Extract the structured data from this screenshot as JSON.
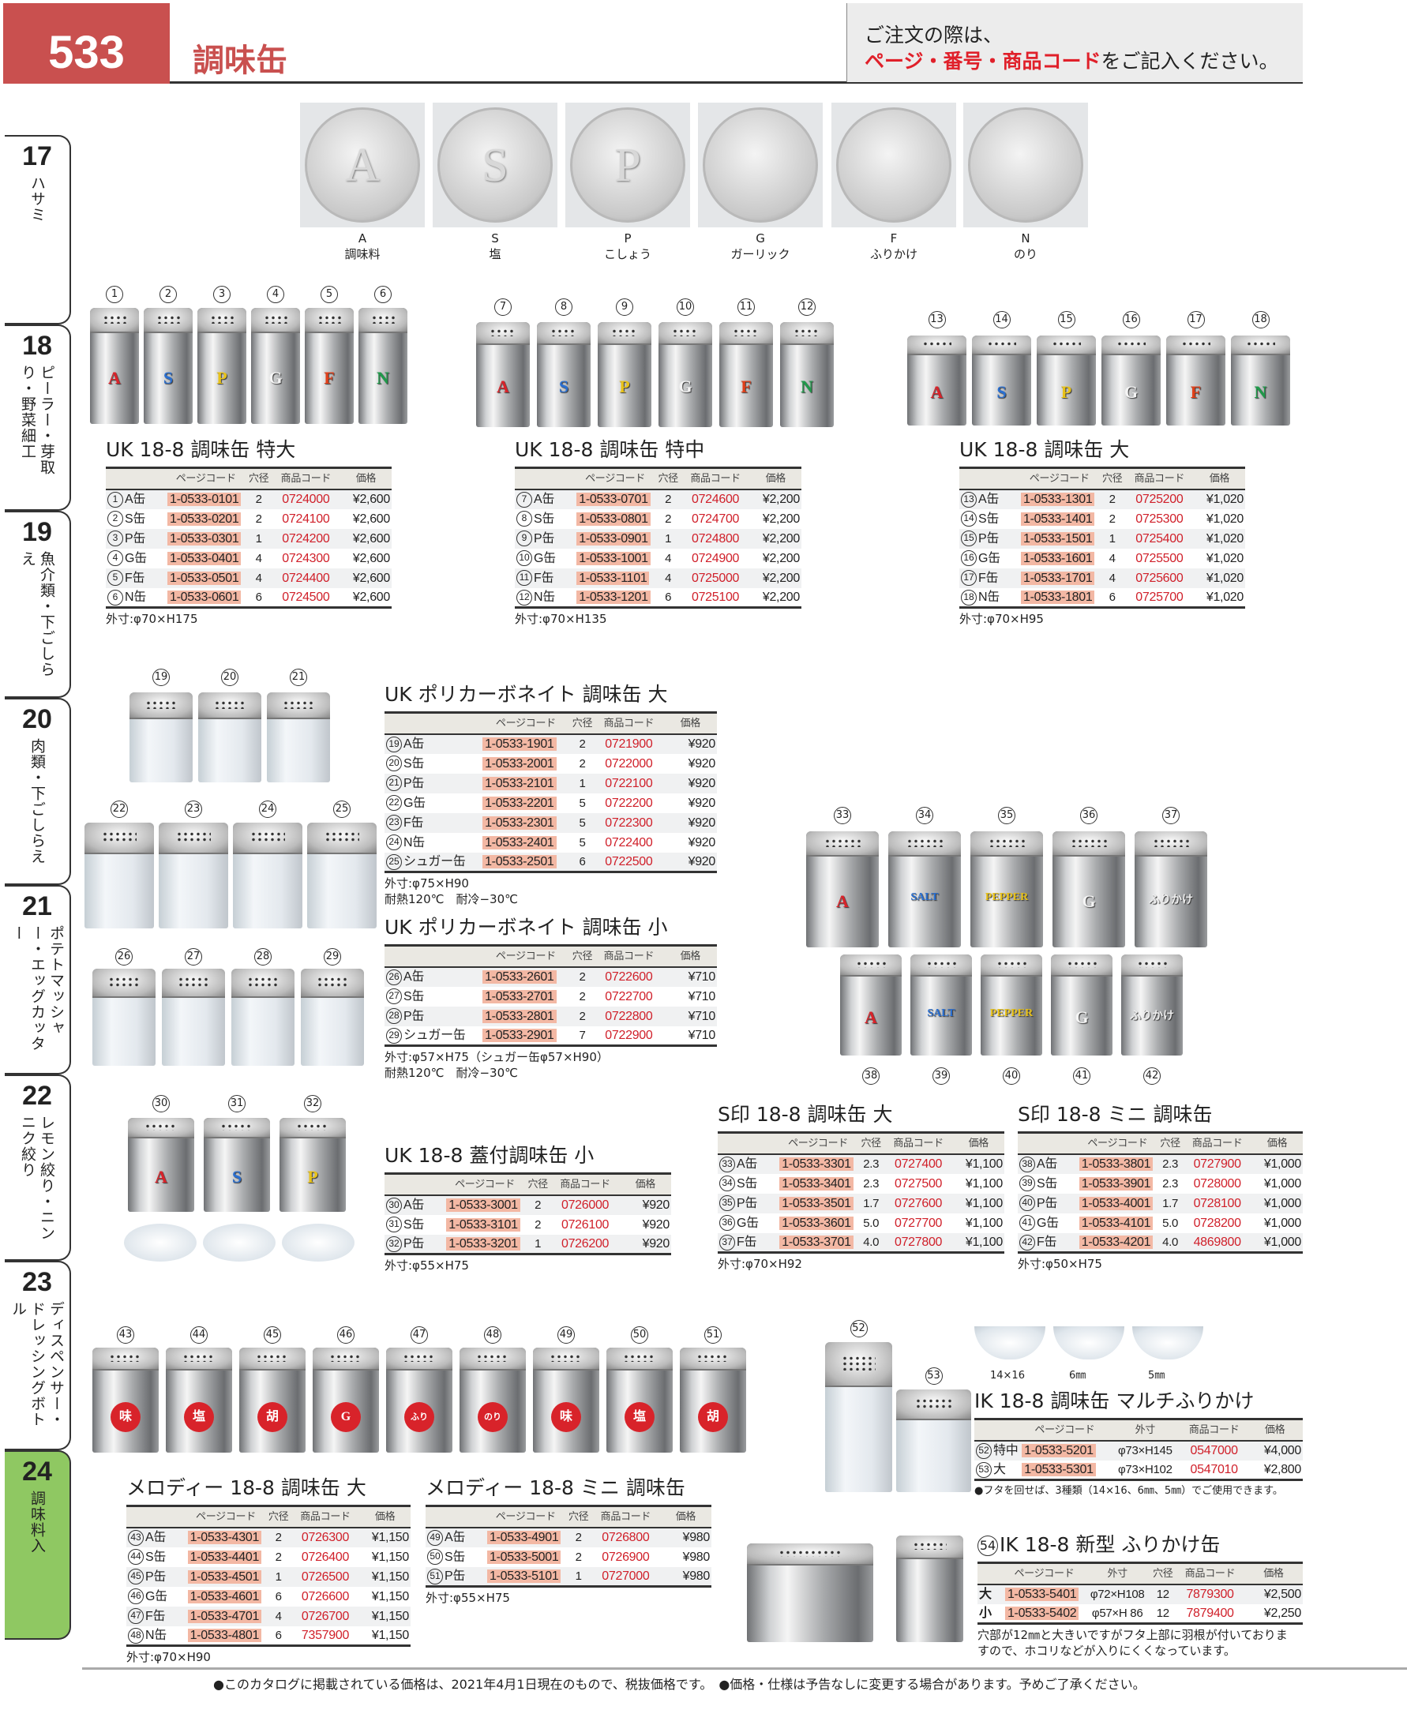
{
  "header": {
    "page_number": "533",
    "title": "調味缶",
    "notice_line1": "ご注文の際は、",
    "notice_red": "ページ・番号・商品コード",
    "notice_rest": "をご記入ください。"
  },
  "sidebar": [
    {
      "num": "17",
      "label": "ハサミ"
    },
    {
      "num": "18",
      "label": "ピーラー・芽取り・野菜細工"
    },
    {
      "num": "19",
      "label": "魚介類・下ごしらえ"
    },
    {
      "num": "20",
      "label": "肉類・下ごしらえ"
    },
    {
      "num": "21",
      "label": "ポテトマッシャー・エッグカッター"
    },
    {
      "num": "22",
      "label": "レモン絞り・ニンニク絞り"
    },
    {
      "num": "23",
      "label": "ディスペンサー・ドレッシングボトル"
    },
    {
      "num": "24",
      "label": "調味料入",
      "active": true
    }
  ],
  "lids": [
    {
      "letter": "A",
      "name": "調味料"
    },
    {
      "letter": "S",
      "name": "塩"
    },
    {
      "letter": "P",
      "name": "こしょう"
    },
    {
      "letter": "G",
      "name": "ガーリック"
    },
    {
      "letter": "F",
      "name": "ふりかけ"
    },
    {
      "letter": "N",
      "name": "のり"
    }
  ],
  "colors": {
    "A": "#d8232a",
    "S": "#2a6fd0",
    "P": "#e8c21a",
    "G": "#f4f4f4",
    "F": "#e0401a",
    "N": "#1f9a4a"
  },
  "can_groups": [
    {
      "type": "steel",
      "items": [
        {
          "no": "1",
          "mark": "A"
        },
        {
          "no": "2",
          "mark": "S"
        },
        {
          "no": "3",
          "mark": "P"
        },
        {
          "no": "4",
          "mark": "G"
        },
        {
          "no": "5",
          "mark": "F"
        },
        {
          "no": "6",
          "mark": "N"
        }
      ]
    },
    {
      "type": "steel",
      "items": [
        {
          "no": "7",
          "mark": "A"
        },
        {
          "no": "8",
          "mark": "S"
        },
        {
          "no": "9",
          "mark": "P"
        },
        {
          "no": "10",
          "mark": "G"
        },
        {
          "no": "11",
          "mark": "F"
        },
        {
          "no": "12",
          "mark": "N"
        }
      ]
    },
    {
      "type": "steel",
      "items": [
        {
          "no": "13",
          "mark": "A"
        },
        {
          "no": "14",
          "mark": "S"
        },
        {
          "no": "15",
          "mark": "P"
        },
        {
          "no": "16",
          "mark": "G"
        },
        {
          "no": "17",
          "mark": "F"
        },
        {
          "no": "18",
          "mark": "N"
        }
      ]
    },
    {
      "type": "plastic",
      "items": [
        {
          "no": "19",
          "mark": ""
        },
        {
          "no": "20",
          "mark": ""
        },
        {
          "no": "21",
          "mark": ""
        }
      ]
    },
    {
      "type": "plastic",
      "items": [
        {
          "no": "22",
          "mark": ""
        },
        {
          "no": "23",
          "mark": ""
        },
        {
          "no": "24",
          "mark": ""
        },
        {
          "no": "25",
          "mark": ""
        }
      ]
    },
    {
      "type": "plastic",
      "items": [
        {
          "no": "26",
          "mark": ""
        },
        {
          "no": "27",
          "mark": ""
        },
        {
          "no": "28",
          "mark": ""
        },
        {
          "no": "29",
          "mark": ""
        }
      ]
    },
    {
      "type": "steel",
      "items": [
        {
          "no": "30",
          "mark": "A"
        },
        {
          "no": "31",
          "mark": "S"
        },
        {
          "no": "32",
          "mark": "P"
        }
      ]
    },
    {
      "type": "steel",
      "items": [
        {
          "no": "33",
          "mark": "A"
        },
        {
          "no": "34",
          "mark": "SALT"
        },
        {
          "no": "35",
          "mark": "PEPPER"
        },
        {
          "no": "36",
          "mark": "G"
        },
        {
          "no": "37",
          "mark": "ふりかけ"
        }
      ]
    },
    {
      "type": "steel",
      "items": [
        {
          "no": "38",
          "mark": "A"
        },
        {
          "no": "39",
          "mark": "SALT"
        },
        {
          "no": "40",
          "mark": "PEPPER"
        },
        {
          "no": "41",
          "mark": "G"
        },
        {
          "no": "42",
          "mark": "ふりかけ"
        }
      ]
    },
    {
      "type": "steel",
      "badge": true,
      "items": [
        {
          "no": "43",
          "mark": "味"
        },
        {
          "no": "44",
          "mark": "塩"
        },
        {
          "no": "45",
          "mark": "胡"
        },
        {
          "no": "46",
          "mark": "G"
        },
        {
          "no": "47",
          "mark": "ふり"
        },
        {
          "no": "48",
          "mark": "のり"
        },
        {
          "no": "49",
          "mark": "味"
        },
        {
          "no": "50",
          "mark": "塩"
        },
        {
          "no": "51",
          "mark": "胡"
        }
      ]
    }
  ],
  "multi_lids": [
    "14×16",
    "6㎜",
    "5㎜"
  ],
  "multi_cans": [
    "52",
    "53"
  ],
  "tables": [
    {
      "title": "UK 18-8 調味缶 特大",
      "header": [
        "",
        "ページコード",
        "穴径",
        "商品コード",
        "価格"
      ],
      "rows": [
        {
          "no": "1",
          "name": "A缶",
          "cells": [
            "1-0533-0101",
            "2",
            "0724000",
            "¥2,600"
          ]
        },
        {
          "no": "2",
          "name": "S缶",
          "cells": [
            "1-0533-0201",
            "2",
            "0724100",
            "¥2,600"
          ]
        },
        {
          "no": "3",
          "name": "P缶",
          "cells": [
            "1-0533-0301",
            "1",
            "0724200",
            "¥2,600"
          ]
        },
        {
          "no": "4",
          "name": "G缶",
          "cells": [
            "1-0533-0401",
            "4",
            "0724300",
            "¥2,600"
          ]
        },
        {
          "no": "5",
          "name": "F缶",
          "cells": [
            "1-0533-0501",
            "4",
            "0724400",
            "¥2,600"
          ]
        },
        {
          "no": "6",
          "name": "N缶",
          "cells": [
            "1-0533-0601",
            "6",
            "0724500",
            "¥2,600"
          ]
        }
      ],
      "notes": [
        "外寸:φ70×H175"
      ]
    },
    {
      "title": "UK 18-8 調味缶 特中",
      "header": [
        "",
        "ページコード",
        "穴径",
        "商品コード",
        "価格"
      ],
      "rows": [
        {
          "no": "7",
          "name": "A缶",
          "cells": [
            "1-0533-0701",
            "2",
            "0724600",
            "¥2,200"
          ]
        },
        {
          "no": "8",
          "name": "S缶",
          "cells": [
            "1-0533-0801",
            "2",
            "0724700",
            "¥2,200"
          ]
        },
        {
          "no": "9",
          "name": "P缶",
          "cells": [
            "1-0533-0901",
            "1",
            "0724800",
            "¥2,200"
          ]
        },
        {
          "no": "10",
          "name": "G缶",
          "cells": [
            "1-0533-1001",
            "4",
            "0724900",
            "¥2,200"
          ]
        },
        {
          "no": "11",
          "name": "F缶",
          "cells": [
            "1-0533-1101",
            "4",
            "0725000",
            "¥2,200"
          ]
        },
        {
          "no": "12",
          "name": "N缶",
          "cells": [
            "1-0533-1201",
            "6",
            "0725100",
            "¥2,200"
          ]
        }
      ],
      "notes": [
        "外寸:φ70×H135"
      ]
    },
    {
      "title": "UK 18-8 調味缶 大",
      "header": [
        "",
        "ページコード",
        "穴径",
        "商品コード",
        "価格"
      ],
      "rows": [
        {
          "no": "13",
          "name": "A缶",
          "cells": [
            "1-0533-1301",
            "2",
            "0725200",
            "¥1,020"
          ]
        },
        {
          "no": "14",
          "name": "S缶",
          "cells": [
            "1-0533-1401",
            "2",
            "0725300",
            "¥1,020"
          ]
        },
        {
          "no": "15",
          "name": "P缶",
          "cells": [
            "1-0533-1501",
            "1",
            "0725400",
            "¥1,020"
          ]
        },
        {
          "no": "16",
          "name": "G缶",
          "cells": [
            "1-0533-1601",
            "4",
            "0725500",
            "¥1,020"
          ]
        },
        {
          "no": "17",
          "name": "F缶",
          "cells": [
            "1-0533-1701",
            "4",
            "0725600",
            "¥1,020"
          ]
        },
        {
          "no": "18",
          "name": "N缶",
          "cells": [
            "1-0533-1801",
            "6",
            "0725700",
            "¥1,020"
          ]
        }
      ],
      "notes": [
        "外寸:φ70×H95"
      ]
    },
    {
      "title": "UK ポリカーボネイト 調味缶 大",
      "header": [
        "",
        "ページコード",
        "穴径",
        "商品コード",
        "価格"
      ],
      "rows": [
        {
          "no": "19",
          "name": "A缶",
          "cells": [
            "1-0533-1901",
            "2",
            "0721900",
            "¥920"
          ]
        },
        {
          "no": "20",
          "name": "S缶",
          "cells": [
            "1-0533-2001",
            "2",
            "0722000",
            "¥920"
          ]
        },
        {
          "no": "21",
          "name": "P缶",
          "cells": [
            "1-0533-2101",
            "1",
            "0722100",
            "¥920"
          ]
        },
        {
          "no": "22",
          "name": "G缶",
          "cells": [
            "1-0533-2201",
            "5",
            "0722200",
            "¥920"
          ]
        },
        {
          "no": "23",
          "name": "F缶",
          "cells": [
            "1-0533-2301",
            "5",
            "0722300",
            "¥920"
          ]
        },
        {
          "no": "24",
          "name": "N缶",
          "cells": [
            "1-0533-2401",
            "5",
            "0722400",
            "¥920"
          ]
        },
        {
          "no": "25",
          "name": "シュガー缶",
          "cells": [
            "1-0533-2501",
            "6",
            "0722500",
            "¥920"
          ]
        }
      ],
      "notes": [
        "外寸:φ75×H90",
        "耐熱120℃　耐冷−30℃"
      ]
    },
    {
      "title": "UK ポリカーボネイト 調味缶 小",
      "header": [
        "",
        "ページコード",
        "穴径",
        "商品コード",
        "価格"
      ],
      "rows": [
        {
          "no": "26",
          "name": "A缶",
          "cells": [
            "1-0533-2601",
            "2",
            "0722600",
            "¥710"
          ]
        },
        {
          "no": "27",
          "name": "S缶",
          "cells": [
            "1-0533-2701",
            "2",
            "0722700",
            "¥710"
          ]
        },
        {
          "no": "28",
          "name": "P缶",
          "cells": [
            "1-0533-2801",
            "2",
            "0722800",
            "¥710"
          ]
        },
        {
          "no": "29",
          "name": "シュガー缶",
          "cells": [
            "1-0533-2901",
            "7",
            "0722900",
            "¥710"
          ]
        }
      ],
      "notes": [
        "外寸:φ57×H75（シュガー缶φ57×H90）",
        "耐熱120℃　耐冷−30℃"
      ]
    },
    {
      "title": "UK 18-8 蓋付調味缶 小",
      "header": [
        "",
        "ページコード",
        "穴径",
        "商品コード",
        "価格"
      ],
      "rows": [
        {
          "no": "30",
          "name": "A缶",
          "cells": [
            "1-0533-3001",
            "2",
            "0726000",
            "¥920"
          ]
        },
        {
          "no": "31",
          "name": "S缶",
          "cells": [
            "1-0533-3101",
            "2",
            "0726100",
            "¥920"
          ]
        },
        {
          "no": "32",
          "name": "P缶",
          "cells": [
            "1-0533-3201",
            "1",
            "0726200",
            "¥920"
          ]
        }
      ],
      "notes": [
        "外寸:φ55×H75"
      ]
    },
    {
      "title": "S印 18-8 調味缶 大",
      "header": [
        "",
        "ページコード",
        "穴径",
        "商品コード",
        "価格"
      ],
      "rows": [
        {
          "no": "33",
          "name": "A缶",
          "cells": [
            "1-0533-3301",
            "2.3",
            "0727400",
            "¥1,100"
          ]
        },
        {
          "no": "34",
          "name": "S缶",
          "cells": [
            "1-0533-3401",
            "2.3",
            "0727500",
            "¥1,100"
          ]
        },
        {
          "no": "35",
          "name": "P缶",
          "cells": [
            "1-0533-3501",
            "1.7",
            "0727600",
            "¥1,100"
          ]
        },
        {
          "no": "36",
          "name": "G缶",
          "cells": [
            "1-0533-3601",
            "5.0",
            "0727700",
            "¥1,100"
          ]
        },
        {
          "no": "37",
          "name": "F缶",
          "cells": [
            "1-0533-3701",
            "4.0",
            "0727800",
            "¥1,100"
          ]
        }
      ],
      "notes": [
        "外寸:φ70×H92"
      ]
    },
    {
      "title": "S印 18-8 ミニ 調味缶",
      "header": [
        "",
        "ページコード",
        "穴径",
        "商品コード",
        "価格"
      ],
      "rows": [
        {
          "no": "38",
          "name": "A缶",
          "cells": [
            "1-0533-3801",
            "2.3",
            "0727900",
            "¥1,000"
          ]
        },
        {
          "no": "39",
          "name": "S缶",
          "cells": [
            "1-0533-3901",
            "2.3",
            "0728000",
            "¥1,000"
          ]
        },
        {
          "no": "40",
          "name": "P缶",
          "cells": [
            "1-0533-4001",
            "1.7",
            "0728100",
            "¥1,000"
          ]
        },
        {
          "no": "41",
          "name": "G缶",
          "cells": [
            "1-0533-4101",
            "5.0",
            "0728200",
            "¥1,000"
          ]
        },
        {
          "no": "42",
          "name": "F缶",
          "cells": [
            "1-0533-4201",
            "4.0",
            "4869800",
            "¥1,000"
          ]
        }
      ],
      "notes": [
        "外寸:φ50×H75"
      ]
    },
    {
      "title": "メロディー 18-8 調味缶 大",
      "header": [
        "",
        "ページコード",
        "穴径",
        "商品コード",
        "価格"
      ],
      "rows": [
        {
          "no": "43",
          "name": "A缶",
          "cells": [
            "1-0533-4301",
            "2",
            "0726300",
            "¥1,150"
          ]
        },
        {
          "no": "44",
          "name": "S缶",
          "cells": [
            "1-0533-4401",
            "2",
            "0726400",
            "¥1,150"
          ]
        },
        {
          "no": "45",
          "name": "P缶",
          "cells": [
            "1-0533-4501",
            "1",
            "0726500",
            "¥1,150"
          ]
        },
        {
          "no": "46",
          "name": "G缶",
          "cells": [
            "1-0533-4601",
            "6",
            "0726600",
            "¥1,150"
          ]
        },
        {
          "no": "47",
          "name": "F缶",
          "cells": [
            "1-0533-4701",
            "4",
            "0726700",
            "¥1,150"
          ]
        },
        {
          "no": "48",
          "name": "N缶",
          "cells": [
            "1-0533-4801",
            "6",
            "7357900",
            "¥1,150"
          ]
        }
      ],
      "notes": [
        "外寸:φ70×H90"
      ]
    },
    {
      "title": "メロディー 18-8 ミニ 調味缶",
      "header": [
        "",
        "ページコード",
        "穴径",
        "商品コード",
        "価格"
      ],
      "rows": [
        {
          "no": "49",
          "name": "A缶",
          "cells": [
            "1-0533-4901",
            "2",
            "0726800",
            "¥980"
          ]
        },
        {
          "no": "50",
          "name": "S缶",
          "cells": [
            "1-0533-5001",
            "2",
            "0726900",
            "¥980"
          ]
        },
        {
          "no": "51",
          "name": "P缶",
          "cells": [
            "1-0533-5101",
            "1",
            "0727000",
            "¥980"
          ]
        }
      ],
      "notes": [
        "外寸:φ55×H75"
      ]
    },
    {
      "title": "IK 18-8 調味缶 マルチふりかけ",
      "header": [
        "",
        "ページコード",
        "外寸",
        "商品コード",
        "価格"
      ],
      "rows": [
        {
          "no": "52",
          "name": "特中",
          "cells": [
            "1-0533-5201",
            "φ73×H145",
            "0547000",
            "¥4,000"
          ]
        },
        {
          "no": "53",
          "name": "大",
          "cells": [
            "1-0533-5301",
            "φ73×H102",
            "0547010",
            "¥2,800"
          ]
        }
      ],
      "notes": [
        "●フタを回せば、3種類（14×16、6㎜、5㎜）でご使用できます。"
      ]
    },
    {
      "title_no": "54",
      "title": "IK 18-8 新型 ふりかけ缶",
      "header": [
        "",
        "ページコード",
        "外寸",
        "穴径",
        "商品コード",
        "価格"
      ],
      "rows": [
        {
          "name": "大",
          "cells": [
            "1-0533-5401",
            "φ72×H108",
            "12",
            "7879300",
            "¥2,500"
          ]
        },
        {
          "name": "小",
          "cells": [
            "1-0533-5402",
            "φ57×H 86",
            "12",
            "7879400",
            "¥2,250"
          ]
        }
      ],
      "notes": [
        "穴部が12㎜と大きいですがフタ上部に羽根が付いておりま",
        "すので、ホコリなどが入りにくくなっています。"
      ]
    }
  ],
  "footer": "●このカタログに掲載されている価格は、2021年4月1日現在のもので、税抜価格です。　●価格・仕様は予告なしに変更する場合があります。予めご了承ください。"
}
